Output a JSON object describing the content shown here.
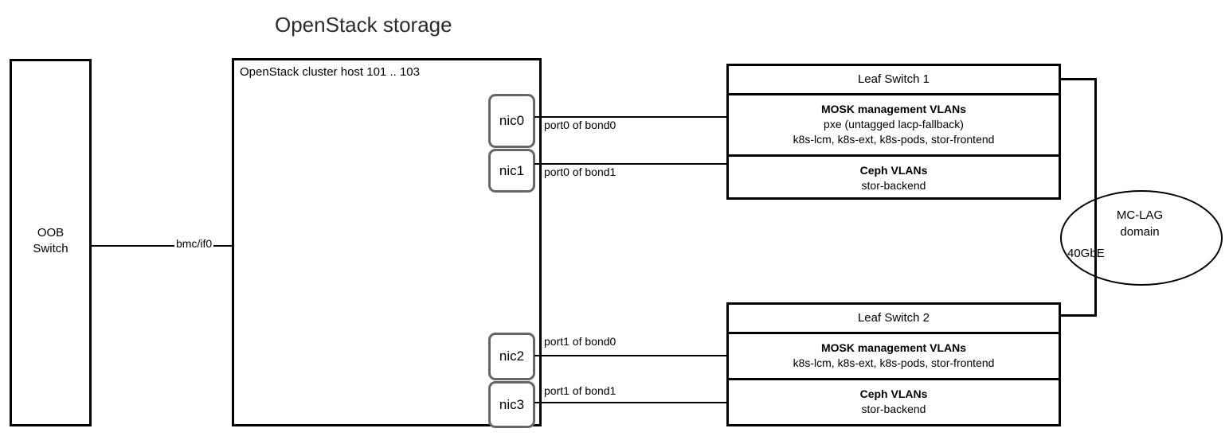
{
  "title": "OpenStack storage",
  "oob_switch": {
    "label": "OOB\nSwitch",
    "line1": "OOB",
    "line2": "Switch"
  },
  "cluster": {
    "label": "OpenStack cluster host 101 .. 103"
  },
  "nics": [
    {
      "name": "nic0",
      "link_label": "port0 of bond0"
    },
    {
      "name": "nic1",
      "link_label": "port0 of bond1"
    },
    {
      "name": "nic2",
      "link_label": "port1 of bond0"
    },
    {
      "name": "nic3",
      "link_label": "port1 of bond1"
    }
  ],
  "bmc_link": {
    "label": "bmc/if0"
  },
  "leaf_switch_1": {
    "title": "Leaf Switch 1",
    "rows": [
      {
        "heading": "MOSK management VLANs",
        "lines": [
          "pxe (untagged lacp-fallback)",
          "k8s-lcm, k8s-ext, k8s-pods, stor-frontend"
        ]
      },
      {
        "heading": "Ceph VLANs",
        "lines": [
          "stor-backend"
        ]
      }
    ]
  },
  "leaf_switch_2": {
    "title": "Leaf Switch 2",
    "rows": [
      {
        "heading": "MOSK management VLANs",
        "lines": [
          "k8s-lcm, k8s-ext, k8s-pods, stor-frontend"
        ]
      },
      {
        "heading": "Ceph VLANs",
        "lines": [
          "stor-backend"
        ]
      }
    ]
  },
  "mclag": {
    "line1": "MC-LAG",
    "line2": "domain",
    "speed": "40GbE"
  },
  "colors": {
    "stroke": "#000000",
    "nic_stroke": "#666666",
    "title_text": "#2b2b2b",
    "background": "#ffffff"
  }
}
